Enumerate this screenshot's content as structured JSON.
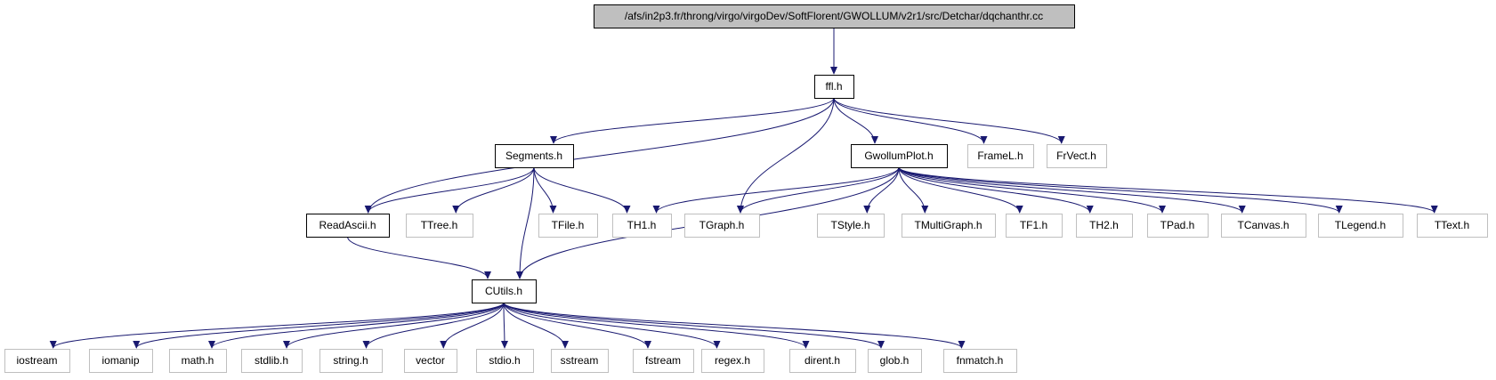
{
  "colors": {
    "edge": "#191970",
    "root_fill": "#bfbfbf",
    "node_border": "#000000",
    "external_border": "#bfbfbf",
    "node_fill": "#ffffff"
  },
  "nodes": {
    "root": {
      "label": "/afs/in2p3.fr/throng/virgo/virgoDev/SoftFlorent/GWOLLUM/v2r1/src/Detchar/dqchanthr.cc",
      "kind": "root"
    },
    "ffl": {
      "label": "ffl.h",
      "kind": "local"
    },
    "segments": {
      "label": "Segments.h",
      "kind": "local"
    },
    "gwollumplot": {
      "label": "GwollumPlot.h",
      "kind": "local"
    },
    "framel": {
      "label": "FrameL.h",
      "kind": "external"
    },
    "frvect": {
      "label": "FrVect.h",
      "kind": "external"
    },
    "readascii": {
      "label": "ReadAscii.h",
      "kind": "local"
    },
    "ttree": {
      "label": "TTree.h",
      "kind": "external"
    },
    "tfile": {
      "label": "TFile.h",
      "kind": "external"
    },
    "th1": {
      "label": "TH1.h",
      "kind": "external"
    },
    "tgraph": {
      "label": "TGraph.h",
      "kind": "external"
    },
    "tstyle": {
      "label": "TStyle.h",
      "kind": "external"
    },
    "tmultigraph": {
      "label": "TMultiGraph.h",
      "kind": "external"
    },
    "tf1": {
      "label": "TF1.h",
      "kind": "external"
    },
    "th2": {
      "label": "TH2.h",
      "kind": "external"
    },
    "tpad": {
      "label": "TPad.h",
      "kind": "external"
    },
    "tcanvas": {
      "label": "TCanvas.h",
      "kind": "external"
    },
    "tlegend": {
      "label": "TLegend.h",
      "kind": "external"
    },
    "ttext": {
      "label": "TText.h",
      "kind": "external"
    },
    "cutils": {
      "label": "CUtils.h",
      "kind": "local"
    },
    "iostream": {
      "label": "iostream",
      "kind": "external"
    },
    "iomanip": {
      "label": "iomanip",
      "kind": "external"
    },
    "math": {
      "label": "math.h",
      "kind": "external"
    },
    "stdlib": {
      "label": "stdlib.h",
      "kind": "external"
    },
    "string": {
      "label": "string.h",
      "kind": "external"
    },
    "vector": {
      "label": "vector",
      "kind": "external"
    },
    "stdio": {
      "label": "stdio.h",
      "kind": "external"
    },
    "sstream": {
      "label": "sstream",
      "kind": "external"
    },
    "fstream": {
      "label": "fstream",
      "kind": "external"
    },
    "regex": {
      "label": "regex.h",
      "kind": "external"
    },
    "dirent": {
      "label": "dirent.h",
      "kind": "external"
    },
    "glob": {
      "label": "glob.h",
      "kind": "external"
    },
    "fnmatch": {
      "label": "fnmatch.h",
      "kind": "external"
    }
  },
  "edges": [
    [
      "root",
      "ffl"
    ],
    [
      "ffl",
      "readascii"
    ],
    [
      "ffl",
      "segments"
    ],
    [
      "ffl",
      "tgraph"
    ],
    [
      "ffl",
      "gwollumplot"
    ],
    [
      "ffl",
      "framel"
    ],
    [
      "ffl",
      "frvect"
    ],
    [
      "segments",
      "readascii"
    ],
    [
      "segments",
      "ttree"
    ],
    [
      "segments",
      "cutils"
    ],
    [
      "segments",
      "tfile"
    ],
    [
      "segments",
      "th1"
    ],
    [
      "gwollumplot",
      "th1"
    ],
    [
      "gwollumplot",
      "tgraph"
    ],
    [
      "gwollumplot",
      "cutils"
    ],
    [
      "gwollumplot",
      "tstyle"
    ],
    [
      "gwollumplot",
      "tmultigraph"
    ],
    [
      "gwollumplot",
      "tf1"
    ],
    [
      "gwollumplot",
      "th2"
    ],
    [
      "gwollumplot",
      "tpad"
    ],
    [
      "gwollumplot",
      "tcanvas"
    ],
    [
      "gwollumplot",
      "tlegend"
    ],
    [
      "gwollumplot",
      "ttext"
    ],
    [
      "readascii",
      "cutils"
    ],
    [
      "cutils",
      "iostream"
    ],
    [
      "cutils",
      "iomanip"
    ],
    [
      "cutils",
      "math"
    ],
    [
      "cutils",
      "stdlib"
    ],
    [
      "cutils",
      "string"
    ],
    [
      "cutils",
      "vector"
    ],
    [
      "cutils",
      "stdio"
    ],
    [
      "cutils",
      "sstream"
    ],
    [
      "cutils",
      "fstream"
    ],
    [
      "cutils",
      "regex"
    ],
    [
      "cutils",
      "dirent"
    ],
    [
      "cutils",
      "glob"
    ],
    [
      "cutils",
      "fnmatch"
    ]
  ]
}
